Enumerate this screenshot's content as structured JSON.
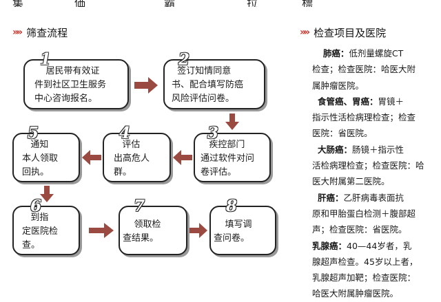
{
  "top_fragments": [
    "集",
    "価",
    "霸",
    "拉",
    "標"
  ],
  "left_title": "筛查流程",
  "right_title": "检查项目及医院",
  "title_mark": "»»",
  "steps": [
    {
      "num": "1",
      "text": "    居民带有效证\n件到社区卫生服务\n中心咨询报名。"
    },
    {
      "num": "2",
      "text": "  签订知情同意\n书、配合填写防癌\n风险评估问卷。"
    },
    {
      "num": "3",
      "text": "   疾控部门\n通过软件对问\n卷评估。"
    },
    {
      "num": "4",
      "text": "   评估\n出高危人\n群。"
    },
    {
      "num": "5",
      "text": "   通知\n本人领取\n回执。"
    },
    {
      "num": "6",
      "text": "   到指\n定医院检\n查。"
    },
    {
      "num": "7",
      "text": "    领取检\n查结果。"
    },
    {
      "num": "8",
      "text": "    填写调\n查问卷。"
    }
  ],
  "right_lines": [
    {
      "bold": "肺癌：",
      "rest": "低剂量螺旋CT",
      "indent": "    "
    },
    {
      "bold": "",
      "rest": "检查；检查医院：哈医大附",
      "indent": ""
    },
    {
      "bold": "",
      "rest": "属肿瘤医院。",
      "indent": ""
    },
    {
      "bold": "食管癌、胃癌：",
      "rest": "胃镜＋",
      "indent": "  "
    },
    {
      "bold": "",
      "rest": "指示性活检病理检查；检查",
      "indent": ""
    },
    {
      "bold": "",
      "rest": "医院：省医院。",
      "indent": ""
    },
    {
      "bold": "大肠癌：",
      "rest": "肠镜＋指示性",
      "indent": "  "
    },
    {
      "bold": "",
      "rest": "活检病理检查；检查医院：哈",
      "indent": ""
    },
    {
      "bold": "",
      "rest": "医大附属第二医院。",
      "indent": ""
    },
    {
      "bold": "肝癌：",
      "rest": "乙肝病毒表面抗",
      "indent": "  "
    },
    {
      "bold": "",
      "rest": "原和甲胎蛋白检测＋腹部超",
      "indent": ""
    },
    {
      "bold": "",
      "rest": "声；检查医院：省医院。",
      "indent": ""
    },
    {
      "bold": "乳腺癌：",
      "rest": "40—44岁者，乳",
      "indent": ""
    },
    {
      "bold": "",
      "rest": "腺超声检查。45岁以上者，",
      "indent": ""
    },
    {
      "bold": "",
      "rest": "乳腺超声加靶；检查医院：",
      "indent": ""
    },
    {
      "bold": "",
      "rest": "哈医大附属肿瘤医院。",
      "indent": ""
    }
  ]
}
